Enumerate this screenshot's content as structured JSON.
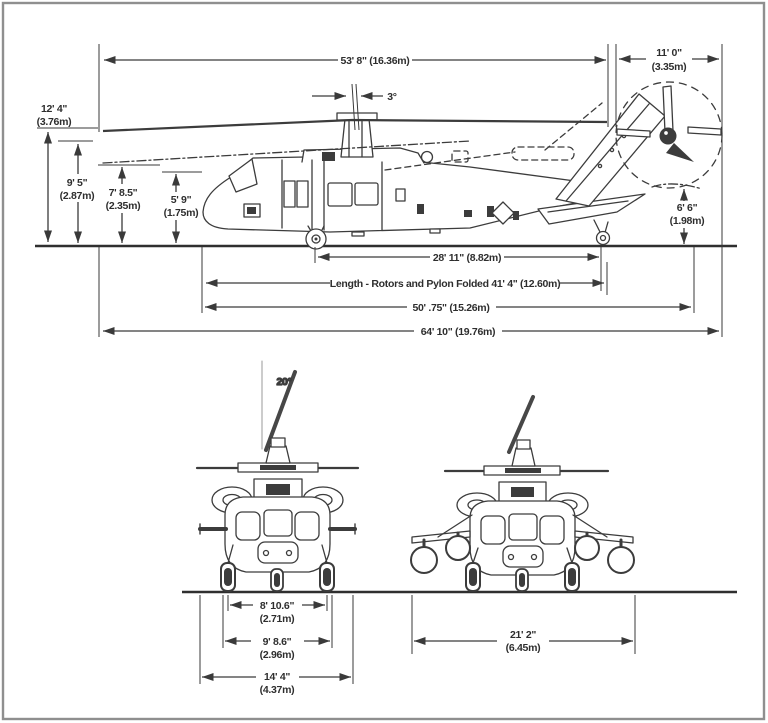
{
  "colors": {
    "ink": "#3c3c3c",
    "label": "#2e2e2e",
    "frame": "#8f8f8f"
  },
  "side_view": {
    "main_rotor_diameter": "53' 8\" (16.36m)",
    "tail_rotor_diameter_ft": "11' 0\"",
    "tail_rotor_diameter_m": "(3.35m)",
    "mast_tilt": "3°",
    "overall_height_ft": "12' 4\"",
    "overall_height_m": "(3.76m)",
    "rotor_height_ft": "9' 5\"",
    "rotor_height_m": "(2.87m)",
    "tail_height_ft": "7' 8.5\"",
    "tail_height_m": "(2.35m)",
    "cabin_height_ft": "5' 9\"",
    "cabin_height_m": "(1.75m)",
    "stabilator_clearance_ft": "6' 6\"",
    "stabilator_clearance_m": "(1.98m)",
    "wheelbase": "28' 11\" (8.82m)",
    "folded_length": "Length - Rotors and Pylon Folded 41' 4\" (12.60m)",
    "fuselage_length": "50' .75\" (15.26m)",
    "overall_length": "64' 10\" (19.76m)"
  },
  "front_views": {
    "blade_tilt": "20°",
    "wheel_tread_ft": "8' 10.6\"",
    "wheel_tread_m": "(2.71m)",
    "cabin_width_ft": "9' 8.6\"",
    "cabin_width_m": "(2.96m)",
    "stabilator_span_ft": "14' 4\"",
    "stabilator_span_m": "(4.37m)",
    "esss_span_ft": "21' 2\"",
    "esss_span_m": "(6.45m)"
  }
}
